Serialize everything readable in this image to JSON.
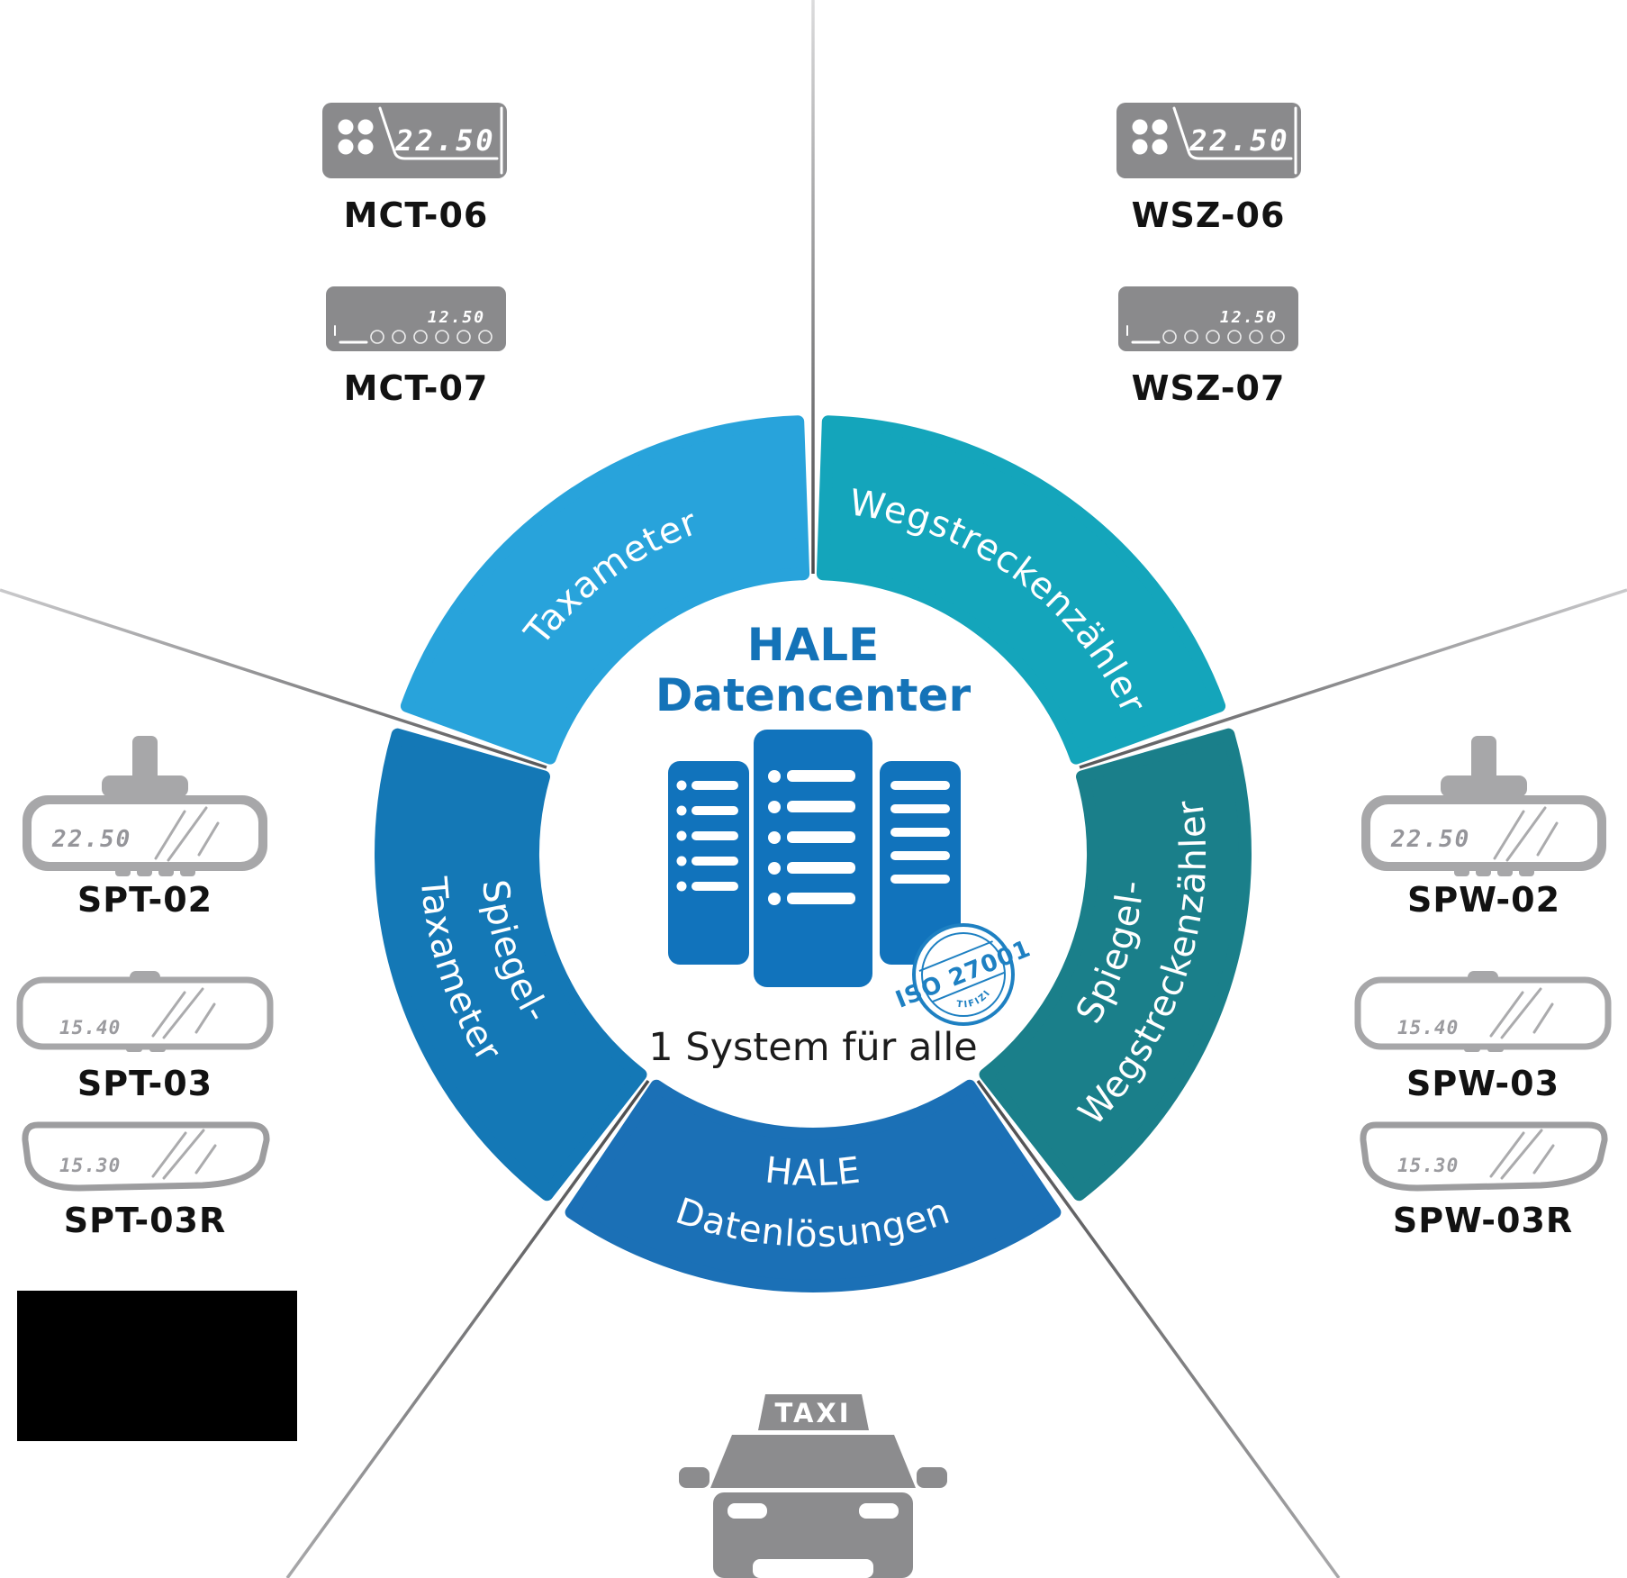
{
  "diagram": {
    "center": {
      "title_line1": "HALE",
      "title_line2": "Datencenter",
      "subtitle": "1 System für alle",
      "icon": "server-racks-icon",
      "badge": {
        "title": "ISO 27001",
        "subtitle": "ZERTIFIZIERT",
        "icon": "iso-certified-stamp-icon"
      }
    },
    "ring": {
      "taxameter": {
        "label": "Taxameter"
      },
      "wegstreckenzaehler": {
        "label": "Wegstreckenzähler"
      },
      "spiegel_wegstreckenzaehler": {
        "line1": "Spiegel-",
        "line2": "Wegstreckenzähler"
      },
      "hale_datenloesungen": {
        "line1": "HALE",
        "line2": "Datenlösungen"
      },
      "spiegel_taxameter": {
        "line1": "Spiegel-",
        "line2": "Taxameter"
      }
    },
    "products": {
      "mct06": {
        "name": "MCT-06",
        "display": "22.50"
      },
      "mct07": {
        "name": "MCT-07",
        "display": "12.50"
      },
      "wsz06": {
        "name": "WSZ-06",
        "display": "22.50"
      },
      "wsz07": {
        "name": "WSZ-07",
        "display": "12.50"
      },
      "spt02": {
        "name": "SPT-02",
        "display": "22.50"
      },
      "spt03": {
        "name": "SPT-03",
        "display": "15.40"
      },
      "spt03r": {
        "name": "SPT-03R",
        "display": "15.30"
      },
      "spw02": {
        "name": "SPW-02",
        "display": "22.50"
      },
      "spw03": {
        "name": "SPW-03",
        "display": "15.40"
      },
      "spw03r": {
        "name": "SPW-03R",
        "display": "15.30"
      }
    },
    "taxi": {
      "sign": "TAXI",
      "icon": "taxi-icon"
    }
  },
  "colors": {
    "seg-taxameter": "#28A3DB",
    "seg-wegstreckenzaehler": "#14A5BB",
    "seg-spiegel-wegstreckenzaehler": "#1A7F8A",
    "seg-hale-datenloesungen": "#1B70B6",
    "seg-spiegel-taxameter": "#1478B6",
    "brand-blue": "#1473B8",
    "server-blue": "#1173BC",
    "stamp-blue": "#1E80C2",
    "device-gray": "#8A8A8C",
    "mirror-gray": "#A7A7A9",
    "taxi-gray": "#8C8C8E",
    "label-color": "#121212",
    "ring-text": "#FFFFFF"
  }
}
